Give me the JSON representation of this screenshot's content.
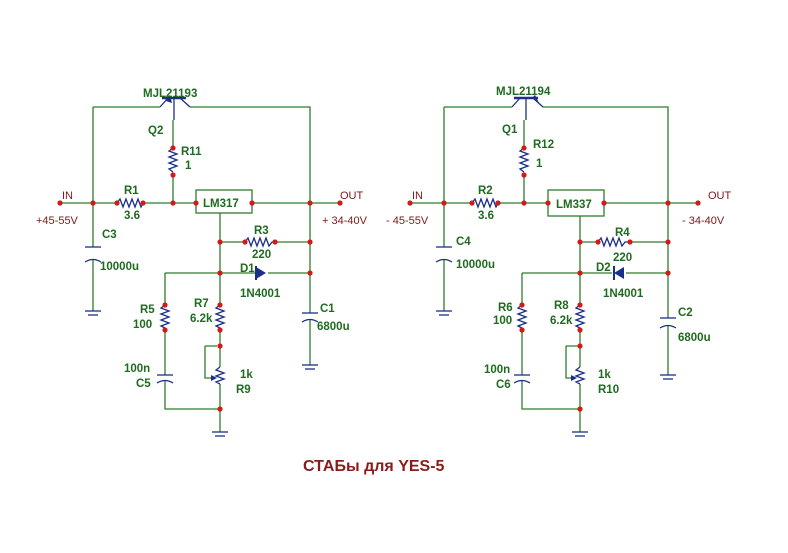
{
  "title": "СТАБы  для  YES-5",
  "colors": {
    "wire": "#2e7d2e",
    "component": "#1a2f8a",
    "junction": "#d11a1a",
    "label": "#1f6b1f",
    "title": "#8b1a1a"
  },
  "left": {
    "transistor": {
      "ref": "Q2",
      "part": "MJL21193"
    },
    "regulator": "LM317",
    "in_label": "IN",
    "in_voltage": "+45-55V",
    "out_label": "OUT",
    "out_voltage": "+ 34-40V",
    "r_base": {
      "ref": "R11",
      "value": "1"
    },
    "r_in": {
      "ref": "R1",
      "value": "3.6"
    },
    "r_adj": {
      "ref": "R3",
      "value": "220"
    },
    "diode": {
      "ref": "D1",
      "part": "1N4001"
    },
    "c_in": {
      "ref": "C3",
      "value": "10000u"
    },
    "c_out": {
      "ref": "C1",
      "value": "6800u"
    },
    "r_left": {
      "ref": "R5",
      "value": "100"
    },
    "r_mid": {
      "ref": "R7",
      "value": "6.2k"
    },
    "c_small": {
      "ref": "C5",
      "value": "100n"
    },
    "pot": {
      "ref": "R9",
      "value": "1k"
    }
  },
  "right": {
    "transistor": {
      "ref": "Q1",
      "part": "MJL21194"
    },
    "regulator": "LM337",
    "in_label": "IN",
    "in_voltage": "- 45-55V",
    "out_label": "OUT",
    "out_voltage": "- 34-40V",
    "r_base": {
      "ref": "R12",
      "value": "1"
    },
    "r_in": {
      "ref": "R2",
      "value": "3.6"
    },
    "r_adj": {
      "ref": "R4",
      "value": "220"
    },
    "diode": {
      "ref": "D2",
      "part": "1N4001"
    },
    "c_in": {
      "ref": "C4",
      "value": "10000u"
    },
    "c_out": {
      "ref": "C2",
      "value": "6800u"
    },
    "r_left": {
      "ref": "R6",
      "value": "100"
    },
    "r_mid": {
      "ref": "R8",
      "value": "6.2k"
    },
    "c_small": {
      "ref": "C6",
      "value": "100n"
    },
    "pot": {
      "ref": "R10",
      "value": "1k"
    }
  }
}
